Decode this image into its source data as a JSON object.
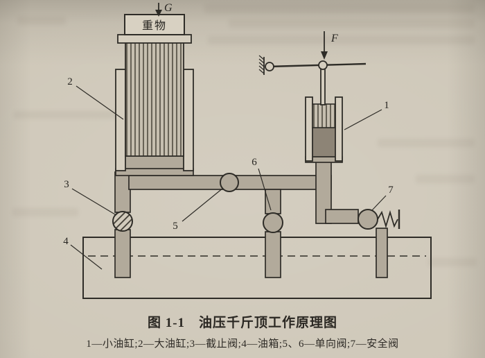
{
  "figure": {
    "caption": "图 1-1　油压千斤顶工作原理图",
    "legend": "1—小油缸;2—大油缸;3—截止阀;4—油箱;5、6—单向阀;7—安全阀"
  },
  "diagram": {
    "weight_block": "重物",
    "force_gravity": "G",
    "force_applied": "F",
    "labels": {
      "small_cylinder": "1",
      "large_cylinder": "2",
      "stop_valve": "3",
      "oil_tank": "4",
      "check_valve_left": "5",
      "check_valve_right": "6",
      "safety_valve": "7"
    },
    "colors": {
      "paper": "#cfc8b9",
      "ink": "#2e2c27",
      "pipe_fill": "#b2aa9b",
      "oil_dark": "#8d8476"
    }
  }
}
